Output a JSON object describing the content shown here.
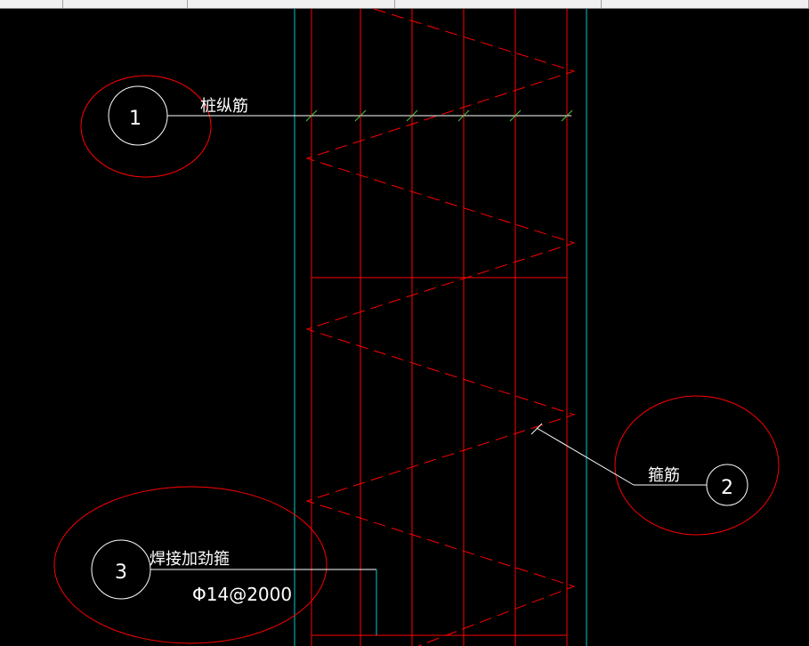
{
  "toolbar": {
    "cells": [
      "",
      "",
      "",
      "",
      ""
    ]
  },
  "colors": {
    "background": "#000000",
    "rebar": "#ff0000",
    "boundary": "#00c8c8",
    "leader": "#ffffff",
    "tick": "#4cc44c",
    "callout_ellipse": "#ff0000"
  },
  "callouts": [
    {
      "number": "1",
      "label": "桩纵筋"
    },
    {
      "number": "2",
      "label": "箍筋"
    },
    {
      "number": "3",
      "label": "焊接加劲箍",
      "spec": "Φ14@2000"
    }
  ]
}
